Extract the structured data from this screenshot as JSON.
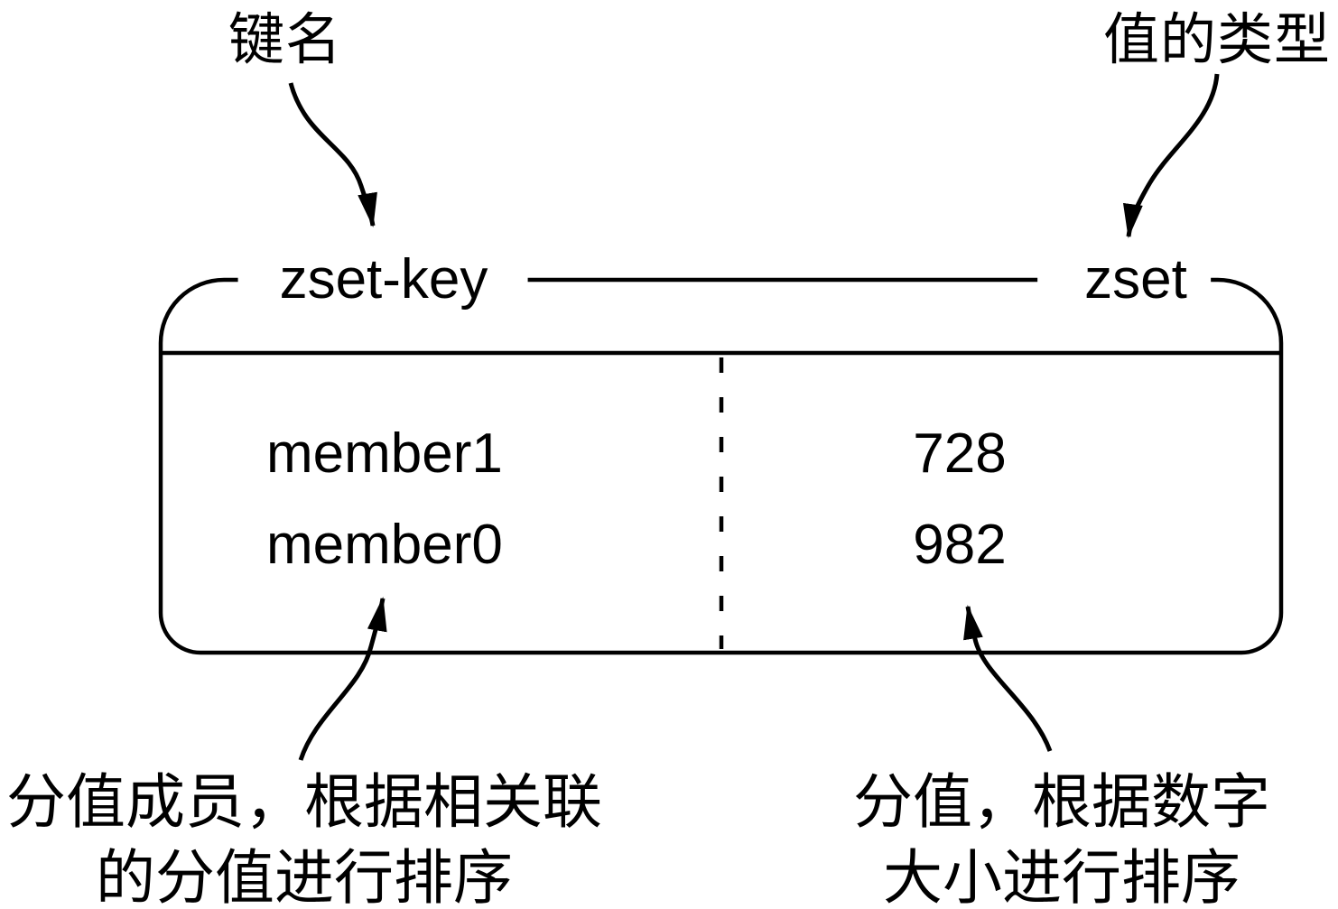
{
  "diagram": {
    "title_semantics": "Redis zset key-value structure figure",
    "key_pointer_label": "键名",
    "type_pointer_label": "值的类型",
    "box": {
      "key_name": "zset-key",
      "type_name": "zset",
      "rows": [
        {
          "member": "member1",
          "score": "728"
        },
        {
          "member": "member0",
          "score": "982"
        }
      ]
    },
    "captions": {
      "members": {
        "line1": "分值成员，根据相关联",
        "line2": "的分值进行排序"
      },
      "scores": {
        "line1": "分值，根据数字",
        "line2": "大小进行排序"
      }
    },
    "colors": {
      "ink": "#000000",
      "background": "#ffffff"
    }
  }
}
